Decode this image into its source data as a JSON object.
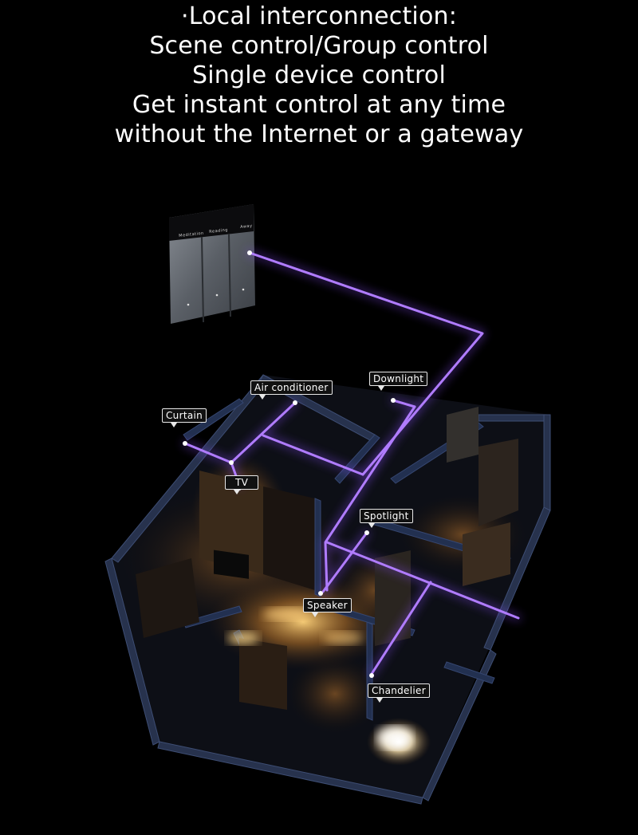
{
  "headline": {
    "line1": "·Local interconnection:",
    "line2": "Scene control/Group control",
    "line3": "Single device control",
    "line4": "Get instant control at any time",
    "line5": "without the Internet or a gateway"
  },
  "switch": {
    "button_labels": [
      "Meditation",
      "Reading",
      "Away"
    ]
  },
  "device_labels": {
    "curtain": "Curtain",
    "air_conditioner": "Air conditioner",
    "downlight": "Downlight",
    "tv": "TV",
    "spotlight": "Spotlight",
    "speaker": "Speaker",
    "chandelier": "Chandelier"
  },
  "colors": {
    "background": "#000000",
    "connection_line": "#b07cff",
    "line_glow": "#8a4dff",
    "warm_light": "#ffb347",
    "wall": "#2b3a5c"
  }
}
